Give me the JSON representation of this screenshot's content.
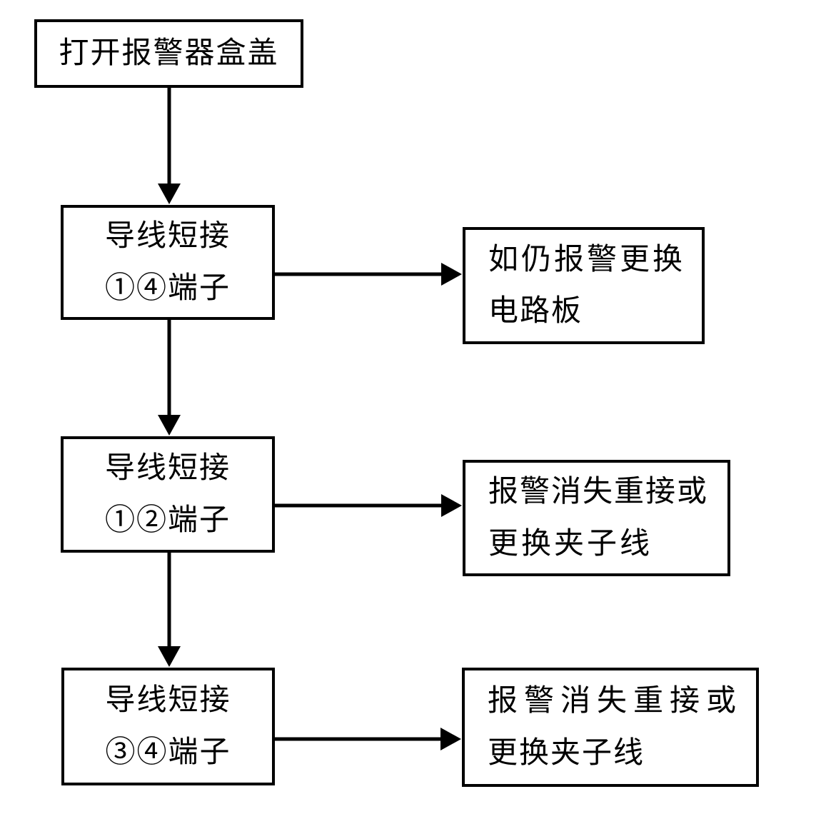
{
  "diagram": {
    "type": "flowchart",
    "description": "alarm-troubleshooting-flow",
    "colors": {
      "background": "#ffffff",
      "line": "#000000",
      "text": "#000000"
    },
    "nodes": {
      "step1": {
        "line1": "打开报警器盒盖"
      },
      "step2": {
        "line1": "导线短接",
        "line2": "①④端子"
      },
      "result1": {
        "line1": "如仍报警更换",
        "line2": "电路板"
      },
      "step3": {
        "line1": "导线短接",
        "line2": "①②端子"
      },
      "result2": {
        "line1": "报警消失重接或",
        "line2": "更换夹子线"
      },
      "step4": {
        "line1": "导线短接",
        "line2": "③④端子"
      },
      "result3": {
        "line1": "报警消失重接或",
        "line2": "更换夹子线"
      }
    },
    "edges": [
      {
        "from": "step1",
        "to": "step2",
        "direction": "down"
      },
      {
        "from": "step2",
        "to": "result1",
        "direction": "right"
      },
      {
        "from": "step2",
        "to": "step3",
        "direction": "down"
      },
      {
        "from": "step3",
        "to": "result2",
        "direction": "right"
      },
      {
        "from": "step3",
        "to": "step4",
        "direction": "down"
      },
      {
        "from": "step4",
        "to": "result3",
        "direction": "right"
      }
    ]
  }
}
